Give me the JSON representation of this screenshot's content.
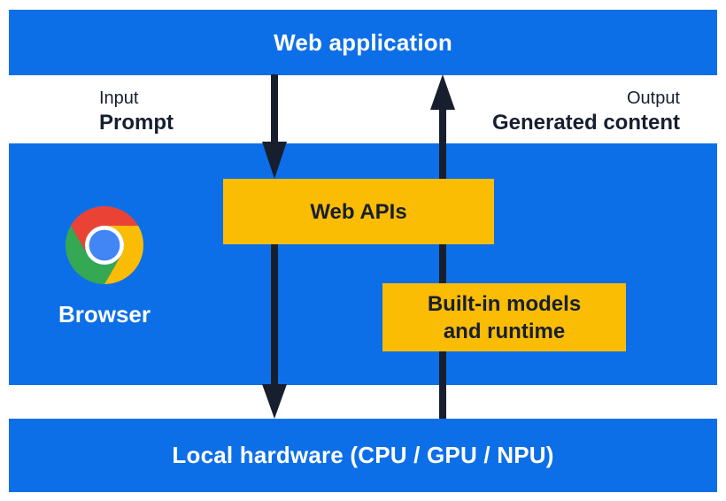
{
  "colors": {
    "blue": "#0d6fe8",
    "yellow": "#fbbc04",
    "dark": "#171f2f",
    "white": "#ffffff",
    "chrome-red": "#ea4335",
    "chrome-green": "#34a853",
    "chrome-yellow": "#fbbc05",
    "chrome-blue": "#4285f4"
  },
  "diagram": {
    "web_application": {
      "label": "Web application"
    },
    "input": {
      "caption": "Input",
      "label": "Prompt"
    },
    "output": {
      "caption": "Output",
      "label": "Generated content"
    },
    "browser": {
      "label": "Browser",
      "icon": "chrome-icon"
    },
    "web_apis": {
      "label": "Web APIs"
    },
    "builtin_models": {
      "line1": "Built-in models",
      "line2": "and runtime"
    },
    "local_hardware": {
      "label": "Local hardware (CPU / GPU / NPU)"
    },
    "arrows": [
      {
        "name": "prompt-flow",
        "direction": "down",
        "from": "Web application",
        "to": "Local hardware (CPU / GPU / NPU)"
      },
      {
        "name": "generated-content-flow",
        "direction": "up",
        "from": "Local hardware (CPU / GPU / NPU)",
        "to": "Web application"
      }
    ]
  }
}
